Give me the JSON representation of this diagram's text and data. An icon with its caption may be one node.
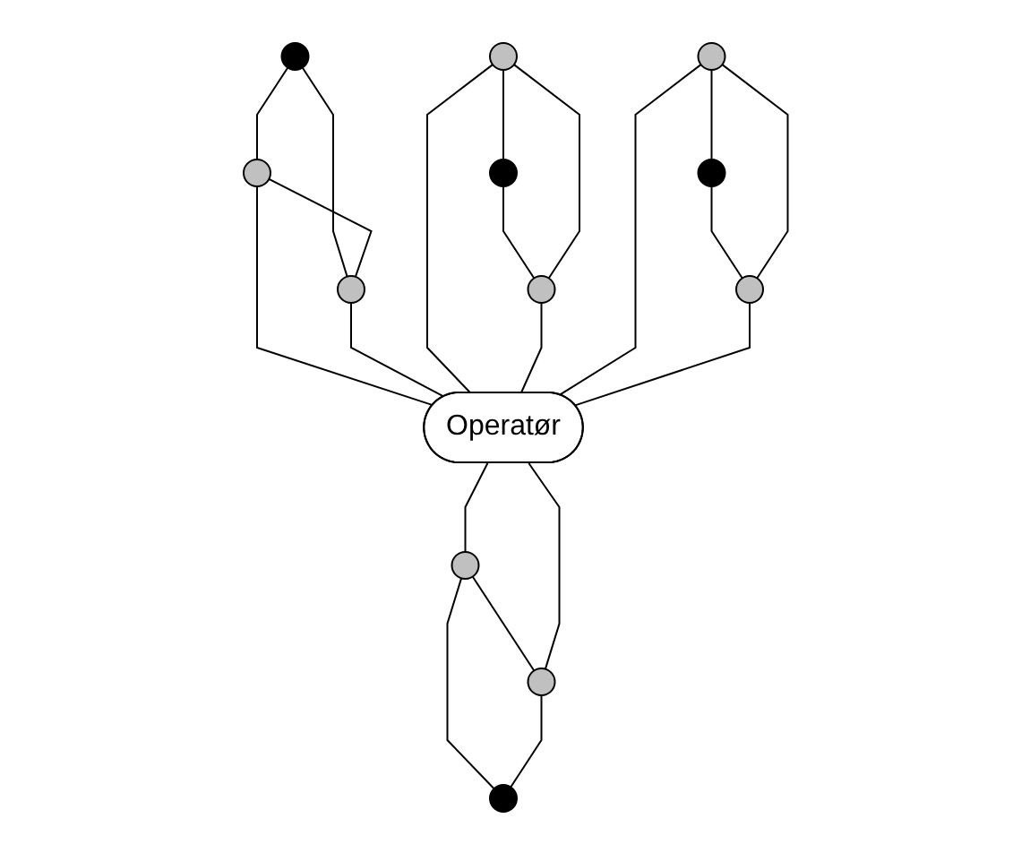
{
  "diagram": {
    "nodes": [
      {
        "text": [],
        "shape": "circle"
      },
      {
        "text": [],
        "shape": "circle"
      },
      {
        "text": [],
        "shape": "circle"
      },
      {
        "text": [],
        "shape": "circle"
      },
      {
        "text": [],
        "shape": "circle"
      },
      {
        "text": [],
        "shape": "circle"
      },
      {
        "text": [
          "Operatør"
        ]
      },
      {
        "text": [],
        "shape": "circle"
      },
      {
        "text": [],
        "shape": "circle"
      },
      {
        "text": [],
        "shape": "circle"
      },
      {
        "text": [],
        "shape": "circle"
      },
      {
        "text": [],
        "shape": "circle"
      },
      {
        "text": [],
        "shape": "circle"
      }
    ],
    "edges": [
      {
        "from": 0,
        "to": 1,
        "arrow": "none"
      },
      {
        "from": 0,
        "to": 2,
        "arrow": "none"
      },
      {
        "from": 1,
        "to": 2,
        "arrow": "none"
      },
      {
        "from": 1,
        "to": 6,
        "arrow": "none"
      },
      {
        "from": 2,
        "to": 6,
        "arrow": "none"
      },
      {
        "from": 3,
        "to": 5,
        "arrow": "none"
      },
      {
        "from": 5,
        "to": 8,
        "arrow": "none"
      },
      {
        "from": 3,
        "to": 8,
        "arrow": "none"
      },
      {
        "from": 3,
        "to": 6,
        "arrow": "none"
      },
      {
        "from": 8,
        "to": 6,
        "arrow": "none"
      },
      {
        "from": 4,
        "to": 7,
        "arrow": "none"
      },
      {
        "from": 7,
        "to": 9,
        "arrow": "none"
      },
      {
        "from": 4,
        "to": 9,
        "arrow": "none"
      },
      {
        "from": 4,
        "to": 6,
        "arrow": "none"
      },
      {
        "from": 9,
        "to": 6,
        "arrow": "none"
      },
      {
        "from": 10,
        "to": 11,
        "arrow": "none"
      },
      {
        "from": 10,
        "to": 12,
        "arrow": "none"
      },
      {
        "from": 11,
        "to": 12,
        "arrow": "none"
      },
      {
        "from": 6,
        "to": 10,
        "arrow": "none"
      },
      {
        "from": 6,
        "to": 11,
        "arrow": "none"
      }
    ]
  }
}
